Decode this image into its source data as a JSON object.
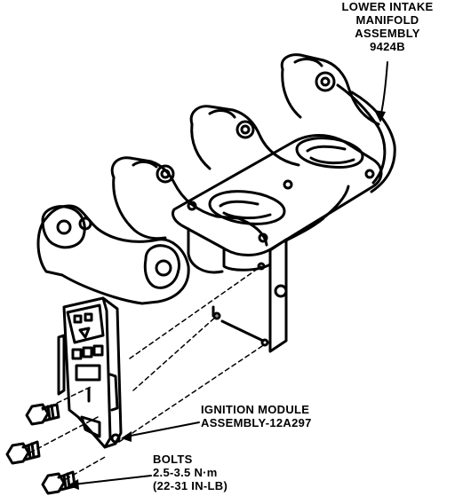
{
  "labels": {
    "manifold": {
      "line1": "LOWER INTAKE",
      "line2": "MANIFOLD",
      "line3": "ASSEMBLY",
      "line4": "9424B"
    },
    "module": {
      "line1": "IGNITION MODULE",
      "line2": "ASSEMBLY-12A297"
    },
    "bolts": {
      "line1": "BOLTS",
      "line2": "2.5-3.5 N·m",
      "line3": "(22-31 IN-LB)"
    }
  },
  "colors": {
    "ink": "#000000",
    "paper": "#ffffff"
  }
}
